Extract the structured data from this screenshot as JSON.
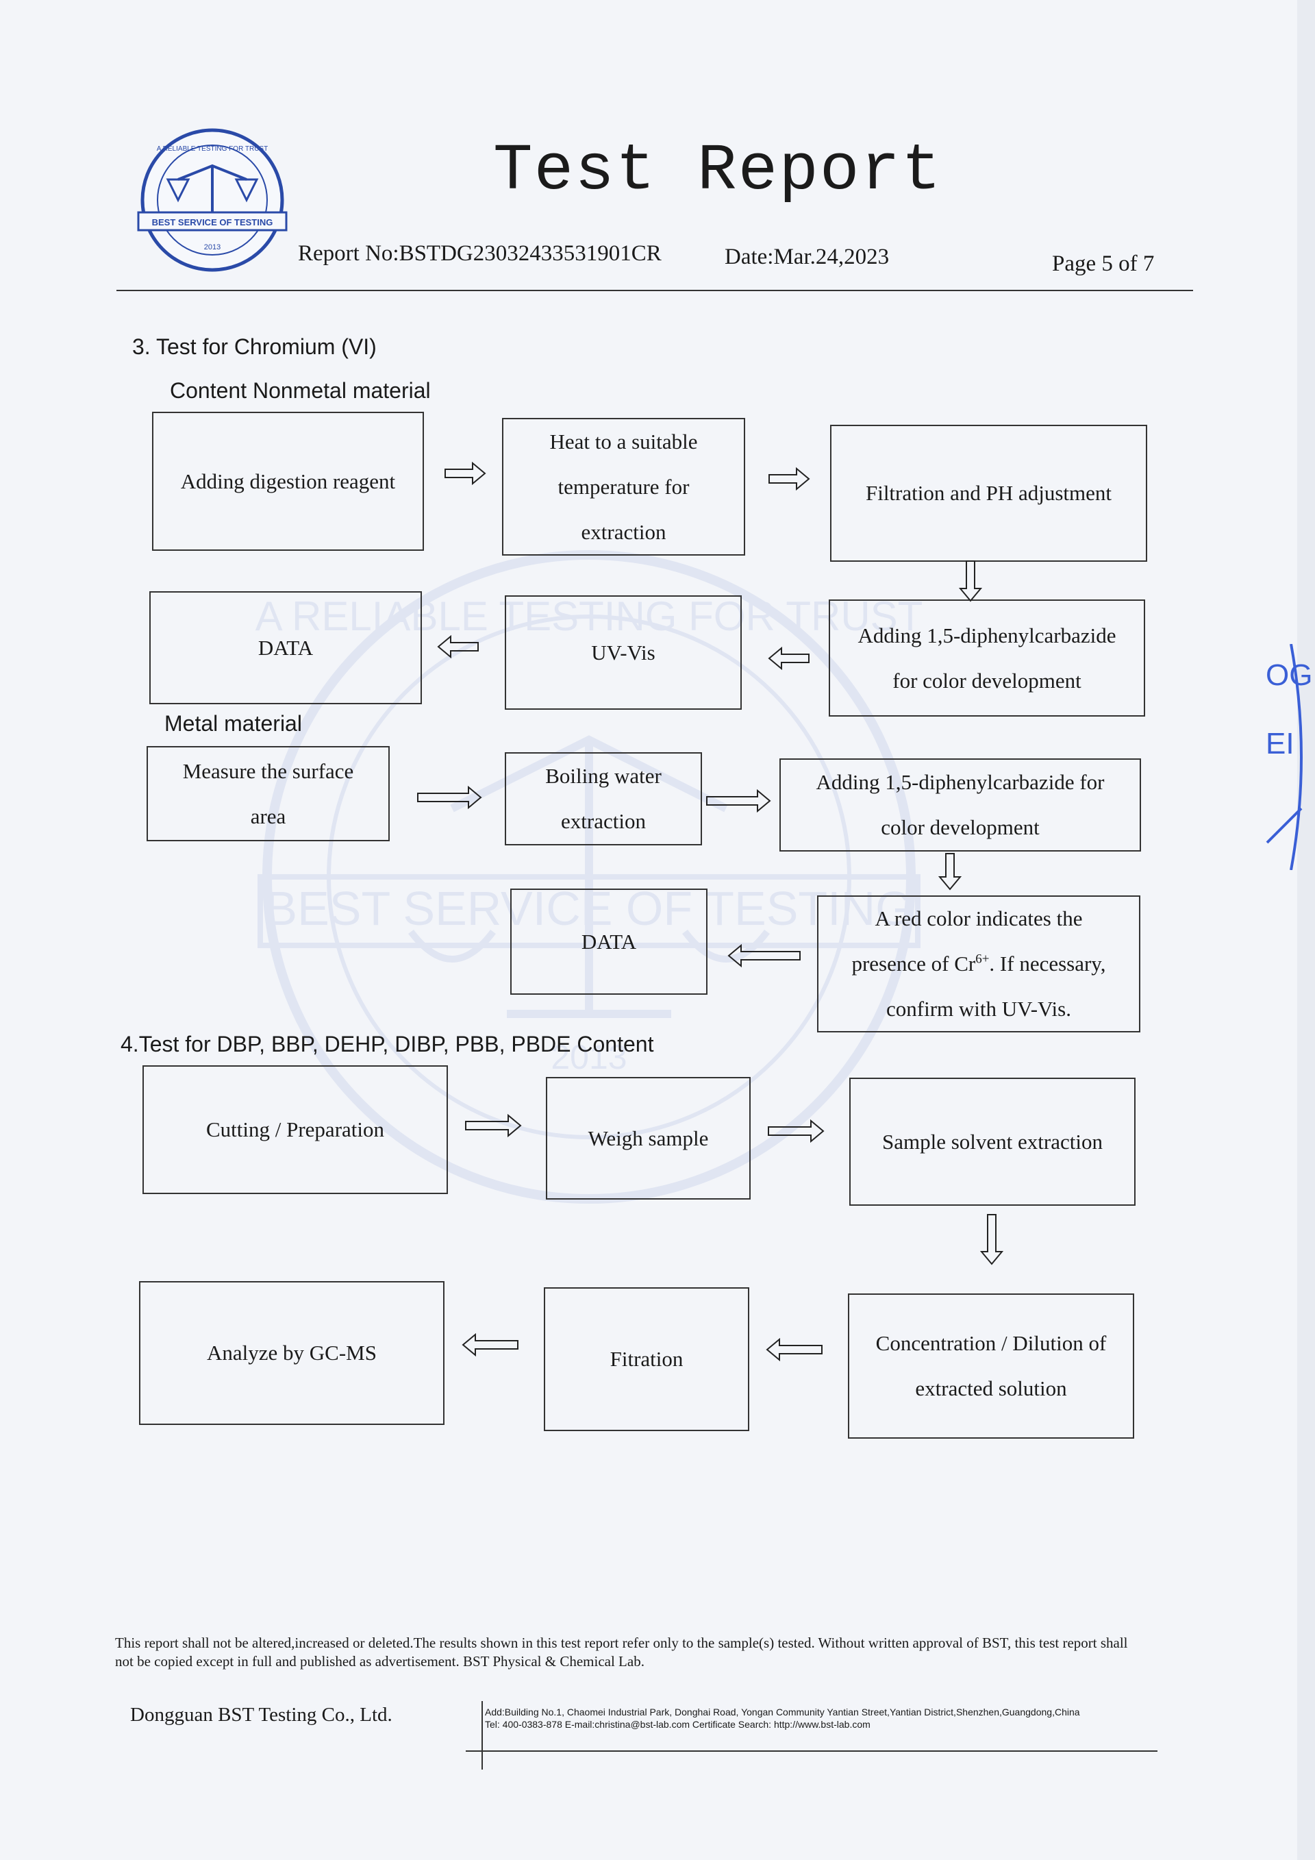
{
  "header": {
    "title": "Test Report",
    "report_no": "Report No:BSTDG23032433531901CR",
    "date": "Date:Mar.24,2023",
    "page": "Page 5 of  7"
  },
  "logo": {
    "top_text": "A RELIABLE TESTING FOR TRUST",
    "band_text": "BEST SERVICE OF TESTING",
    "year": "2013"
  },
  "watermark": {
    "arc_text": "A RELIABLE TESTING FOR TRUST",
    "band_text": "BEST SERVICE OF TESTING",
    "year": "2013"
  },
  "section3": {
    "heading": "3. Test for Chromium (VI)",
    "nonmetal_label": "Content Nonmetal material",
    "metal_label": "Metal material",
    "nonmetal": {
      "b1": "Adding digestion reagent",
      "b2": [
        "Heat to a suitable",
        "temperature for",
        "extraction"
      ],
      "b3": "Filtration and PH adjustment",
      "b4": [
        "Adding 1,5-diphenylcarbazide",
        "for color development"
      ],
      "b5": "UV-Vis",
      "b6": "DATA"
    },
    "metal": {
      "b1": [
        "Measure the surface",
        "area"
      ],
      "b2": [
        "Boiling water",
        "extraction"
      ],
      "b3": [
        "Adding 1,5-diphenylcarbazide for",
        "color development"
      ],
      "b4_line1": "A red color indicates the",
      "b4_line2_pre": "presence of Cr",
      "b4_sup": "6+",
      "b4_line2_post": ". If necessary,",
      "b4_line3": "confirm with UV-Vis.",
      "b5": "DATA"
    }
  },
  "section4": {
    "heading": "4.Test for DBP, BBP, DEHP, DIBP, PBB, PBDE  Content",
    "b1": "Cutting / Preparation",
    "b2": "Weigh sample",
    "b3": "Sample solvent extraction",
    "b4": [
      "Concentration / Dilution of",
      "extracted solution"
    ],
    "b5": "Fitration",
    "b6": "Analyze by GC-MS"
  },
  "footer": {
    "disclaimer": "This report shall not be altered,increased or deleted.The results shown in this test report refer only to the sample(s) tested. Without written approval of BST, this test report shall not be copied except in full and published as advertisement. BST Physical & Chemical Lab.",
    "company": "Dongguan  BST Testing Co., Ltd.",
    "address": "Add:Building No.1, Chaomei Industrial Park, Donghai Road, Yongan Community Yantian Street,Yantian  District,Shenzhen,Guangdong,China",
    "contact": "Tel: 400-0383-878 E-mail:christina@bst-lab.com Certificate Search: http://www.bst-lab.com"
  },
  "stamp_text": [
    "OG",
    "EI"
  ]
}
